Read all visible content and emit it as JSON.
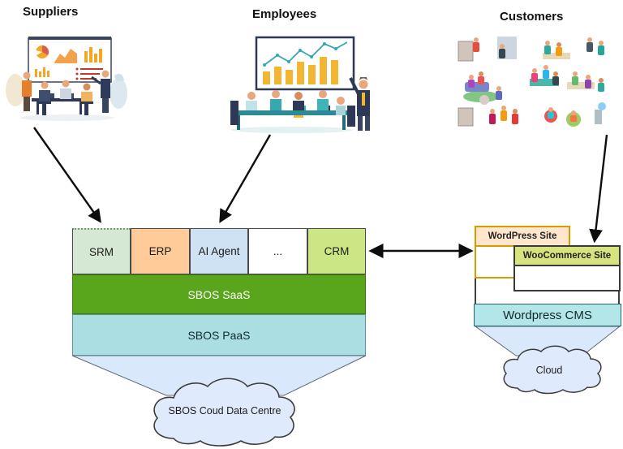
{
  "actors": {
    "suppliers": {
      "label": "Suppliers"
    },
    "employees": {
      "label": "Employees"
    },
    "customers": {
      "label": "Customers"
    }
  },
  "sbos_stack": {
    "modules": [
      {
        "label": "SRM",
        "fill": "#d5e8d4"
      },
      {
        "label": "ERP",
        "fill": "#ffcc99"
      },
      {
        "label": "AI Agent",
        "fill": "#cfe2f3"
      },
      {
        "label": "...",
        "fill": "#ffffff"
      },
      {
        "label": "CRM",
        "fill": "#cde685"
      }
    ],
    "saas_label": "SBOS SaaS",
    "saas_fill": "#59a51b",
    "paas_label": "SBOS PaaS",
    "paas_fill": "#abdee2",
    "funnel_fill": "#dae8fc",
    "datacentre_label": "SBOS Coud Data Centre"
  },
  "wordpress_stack": {
    "site_label": "WordPress Site",
    "site_header_fill": "#ffe6cc",
    "site_border": "#d79b00",
    "woocommerce_label": "WooCommerce Site",
    "woocommerce_header_fill": "#d6e37f",
    "woocommerce_border": "#3a3a3a",
    "cms_label": "Wordpress CMS",
    "cms_fill": "#b3e6e8",
    "cloud_label": "Cloud"
  },
  "arrow_color": "#0d0d0d"
}
